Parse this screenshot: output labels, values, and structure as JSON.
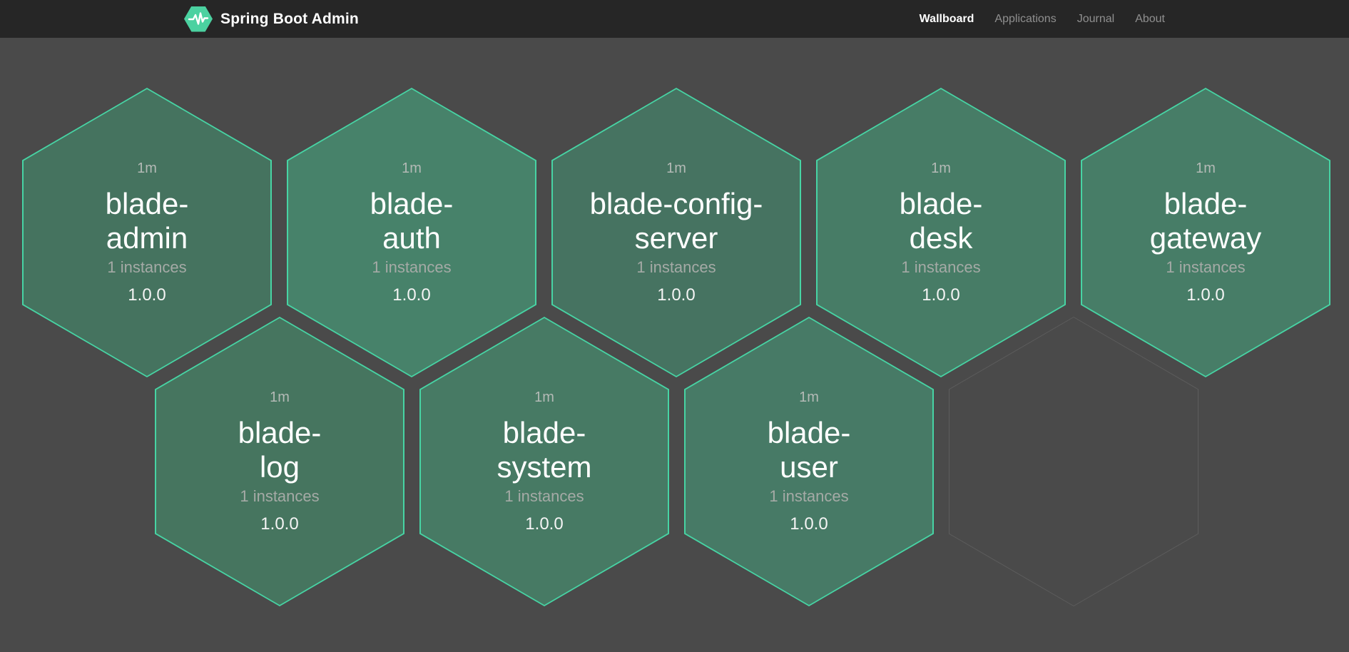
{
  "navbar": {
    "brand": "Spring Boot Admin",
    "logo_icon": "hexagon-pulse-icon",
    "links": [
      {
        "label": "Wallboard",
        "active": true
      },
      {
        "label": "Applications",
        "active": false
      },
      {
        "label": "Journal",
        "active": false
      },
      {
        "label": "About",
        "active": false
      }
    ]
  },
  "colors": {
    "navbar_bg": "#262626",
    "page_bg": "#4a4a4a",
    "brand_accent": "#4bd1a0",
    "hex_border": "#47d4a4",
    "hex_fill_default": "#46755f",
    "empty_hex_outline": "#5d5d5d",
    "name_text": "#ffffff",
    "muted_text": "#a5aaa6"
  },
  "wallboard": {
    "rows": [
      {
        "hexagons": [
          {
            "type": "app",
            "name": "blade-admin",
            "name_lines": [
              "blade-",
              "admin"
            ],
            "uptime": "1m",
            "instances": "1 instances",
            "version": "1.0.0",
            "fill": "#45735f"
          },
          {
            "type": "app",
            "name": "blade-auth",
            "name_lines": [
              "blade-",
              "auth"
            ],
            "uptime": "1m",
            "instances": "1 instances",
            "version": "1.0.0",
            "fill": "#47826a"
          },
          {
            "type": "app",
            "name": "blade-config-server",
            "name_lines": [
              "blade-config-",
              "server"
            ],
            "uptime": "1m",
            "instances": "1 instances",
            "version": "1.0.0",
            "fill": "#467361"
          },
          {
            "type": "app",
            "name": "blade-desk",
            "name_lines": [
              "blade-",
              "desk"
            ],
            "uptime": "1m",
            "instances": "1 instances",
            "version": "1.0.0",
            "fill": "#477c66"
          },
          {
            "type": "app",
            "name": "blade-gateway",
            "name_lines": [
              "blade-",
              "gateway"
            ],
            "uptime": "1m",
            "instances": "1 instances",
            "version": "1.0.0",
            "fill": "#477d67"
          }
        ]
      },
      {
        "hexagons": [
          {
            "type": "app",
            "name": "blade-log",
            "name_lines": [
              "blade-",
              "log"
            ],
            "uptime": "1m",
            "instances": "1 instances",
            "version": "1.0.0",
            "fill": "#46755f"
          },
          {
            "type": "app",
            "name": "blade-system",
            "name_lines": [
              "blade-",
              "system"
            ],
            "uptime": "1m",
            "instances": "1 instances",
            "version": "1.0.0",
            "fill": "#477a64"
          },
          {
            "type": "app",
            "name": "blade-user",
            "name_lines": [
              "blade-",
              "user"
            ],
            "uptime": "1m",
            "instances": "1 instances",
            "version": "1.0.0",
            "fill": "#477a66"
          },
          {
            "type": "empty"
          }
        ]
      }
    ]
  }
}
